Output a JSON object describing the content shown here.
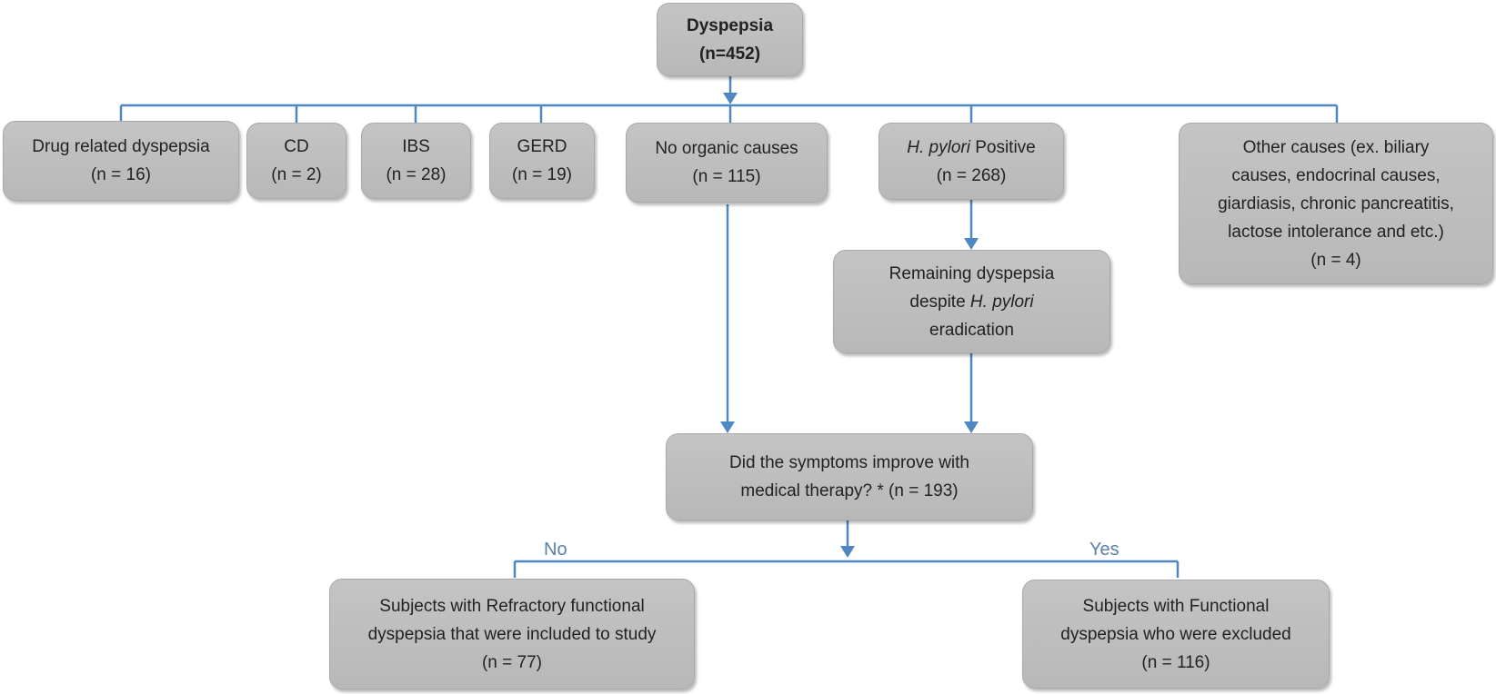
{
  "root": {
    "title": "Dyspepsia",
    "count": "(n=452)"
  },
  "categories": {
    "drug": {
      "label": "Drug related dyspepsia",
      "count": "(n = 16)"
    },
    "cd": {
      "label": "CD",
      "count": "(n = 2)"
    },
    "ibs": {
      "label": "IBS",
      "count": "(n = 28)"
    },
    "gerd": {
      "label": "GERD",
      "count": "(n = 19)"
    },
    "no_organic": {
      "label": "No organic causes",
      "count": "(n = 115)"
    },
    "hpylori": {
      "label_italic": "H. pylori",
      "label_rest": " Positive",
      "count": "(n = 268)"
    },
    "other": {
      "line1": "Other causes (ex. biliary",
      "line2": "causes, endocrinal causes,",
      "line3": "giardiasis, chronic pancreatitis,",
      "line4": "lactose intolerance and etc.)",
      "count": "(n = 4)"
    }
  },
  "remaining": {
    "line1": "Remaining dyspepsia",
    "line2_pre": "despite ",
    "line2_italic": "H. pylori",
    "line3": "eradication"
  },
  "question": {
    "line1": "Did the symptoms improve with",
    "line2": "medical therapy? * (n = 193)"
  },
  "branches": {
    "no": "No",
    "yes": "Yes"
  },
  "outcomes": {
    "refractory": {
      "line1": "Subjects with Refractory functional",
      "line2": "dyspepsia that were included to study",
      "count": "(n = 77)"
    },
    "functional": {
      "line1": "Subjects with Functional",
      "line2": "dyspepsia who were excluded",
      "count": "(n = 116)"
    }
  },
  "colors": {
    "connector": "#4f87c0",
    "box_fill": "#bfbfbf",
    "branch_label": "#5a7fa8"
  }
}
